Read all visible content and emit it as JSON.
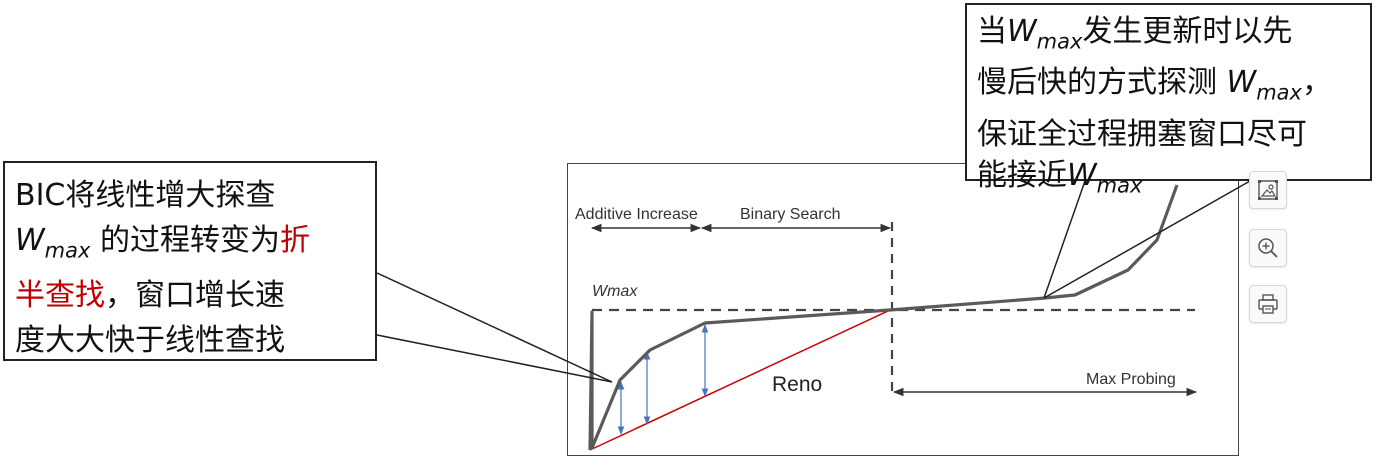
{
  "diagram": {
    "labels": {
      "additive_increase": "Additive Increase",
      "binary_search": "Binary Search",
      "wmax": "Wmax",
      "reno": "Reno",
      "max_probing": "Max Probing"
    }
  },
  "callout_left": {
    "line1": "BIC将线性增大探查",
    "w": "W",
    "w_sub": "max",
    "line2_rest": " 的过程转变为",
    "highlight_a": "折",
    "highlight_b": "半查找",
    "line3_rest": "，窗口增长速",
    "line4": "度大大快于线性查找"
  },
  "callout_right": {
    "prefix": "当",
    "w": "W",
    "w_sub": "max",
    "line1_rest": "发生更新时以先",
    "line2": "慢后快的方式探测 ",
    "line2_end": "，",
    "line3": "保证全过程拥塞窗口尽可",
    "line4": "能接近"
  },
  "colors": {
    "curve": "#555555",
    "reno_line": "#cc0000",
    "arrows": "#4a73b8",
    "highlight_text": "#c00000"
  },
  "toolbar": {
    "icons": [
      "image-icon",
      "zoom-in-icon",
      "print-icon"
    ]
  }
}
